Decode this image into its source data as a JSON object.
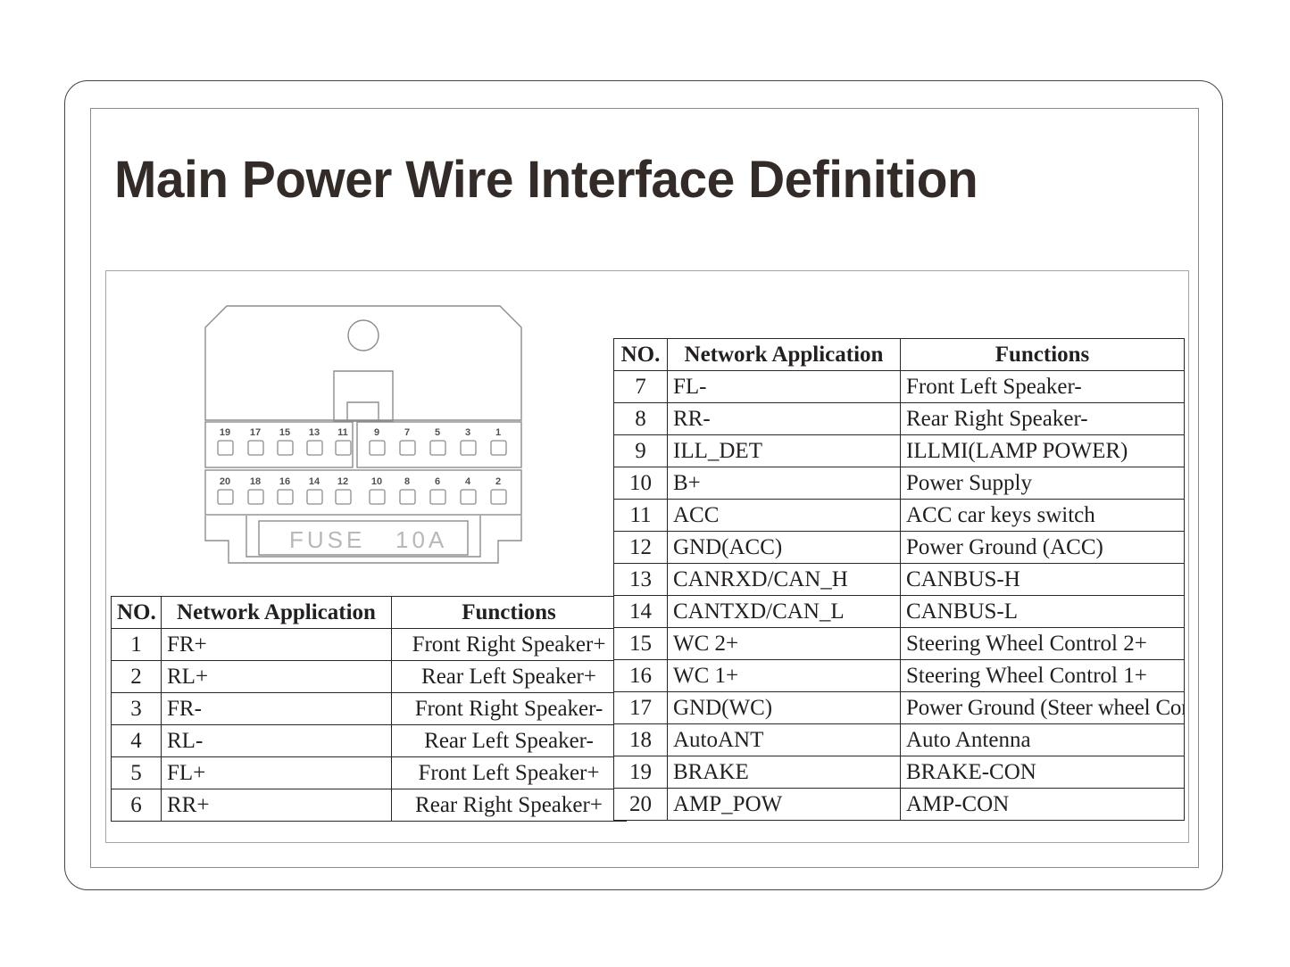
{
  "document": {
    "title": "Main Power Wire Interface Definition"
  },
  "connector": {
    "fuse_label": "FUSE   10A",
    "pin_row_top_left": [
      "19",
      "17",
      "15",
      "13",
      "11"
    ],
    "pin_row_top_right": [
      "9",
      "7",
      "5",
      "3",
      "1"
    ],
    "pin_row_bottom": [
      "20",
      "18",
      "16",
      "14",
      "12",
      "10",
      "8",
      "6",
      "4",
      "2"
    ]
  },
  "table_left": {
    "headers": [
      "NO.",
      "Network Application",
      "Functions"
    ],
    "rows": [
      {
        "no": "1",
        "net": "FR+",
        "fn": "Front Right Speaker+"
      },
      {
        "no": "2",
        "net": "RL+",
        "fn": "Rear Left Speaker+"
      },
      {
        "no": "3",
        "net": "FR-",
        "fn": "Front Right Speaker-"
      },
      {
        "no": "4",
        "net": "RL-",
        "fn": "Rear Left Speaker-"
      },
      {
        "no": "5",
        "net": "FL+",
        "fn": "Front Left Speaker+"
      },
      {
        "no": "6",
        "net": "RR+",
        "fn": "Rear Right Speaker+"
      }
    ]
  },
  "table_right": {
    "headers": [
      "NO.",
      "Network Application",
      "Functions"
    ],
    "rows": [
      {
        "no": "7",
        "net": "FL-",
        "fn": "Front Left Speaker-"
      },
      {
        "no": "8",
        "net": "RR-",
        "fn": "Rear Right Speaker-"
      },
      {
        "no": "9",
        "net": "ILL_DET",
        "fn": "ILLMI(LAMP POWER)"
      },
      {
        "no": "10",
        "net": "B+",
        "fn": "Power Supply"
      },
      {
        "no": "11",
        "net": "ACC",
        "fn": "ACC car keys switch"
      },
      {
        "no": "12",
        "net": "GND(ACC)",
        "fn": "Power Ground (ACC)"
      },
      {
        "no": "13",
        "net": "CANRXD/CAN_H",
        "fn": "CANBUS-H"
      },
      {
        "no": "14",
        "net": "CANTXD/CAN_L",
        "fn": "CANBUS-L"
      },
      {
        "no": "15",
        "net": "WC 2+",
        "fn": "Steering Wheel Control 2+"
      },
      {
        "no": "16",
        "net": "WC 1+",
        "fn": "Steering Wheel Control 1+"
      },
      {
        "no": "17",
        "net": "GND(WC)",
        "fn": "Power Ground (Steer wheel Control)",
        "small": true
      },
      {
        "no": "18",
        "net": "AutoANT",
        "fn": "Auto Antenna"
      },
      {
        "no": "19",
        "net": "BRAKE",
        "fn": "BRAKE-CON"
      },
      {
        "no": "20",
        "net": "AMP_POW",
        "fn": "AMP-CON"
      }
    ]
  },
  "colors": {
    "text": "#231f20",
    "title": "#332b28",
    "frame_outer": "#4a4244",
    "frame_inner": "#8d8a8b",
    "panel_border": "#a7a4a5",
    "connector_line": "#8e8b8c",
    "fuse_text": "#b9b7b8",
    "background": "#ffffff"
  }
}
